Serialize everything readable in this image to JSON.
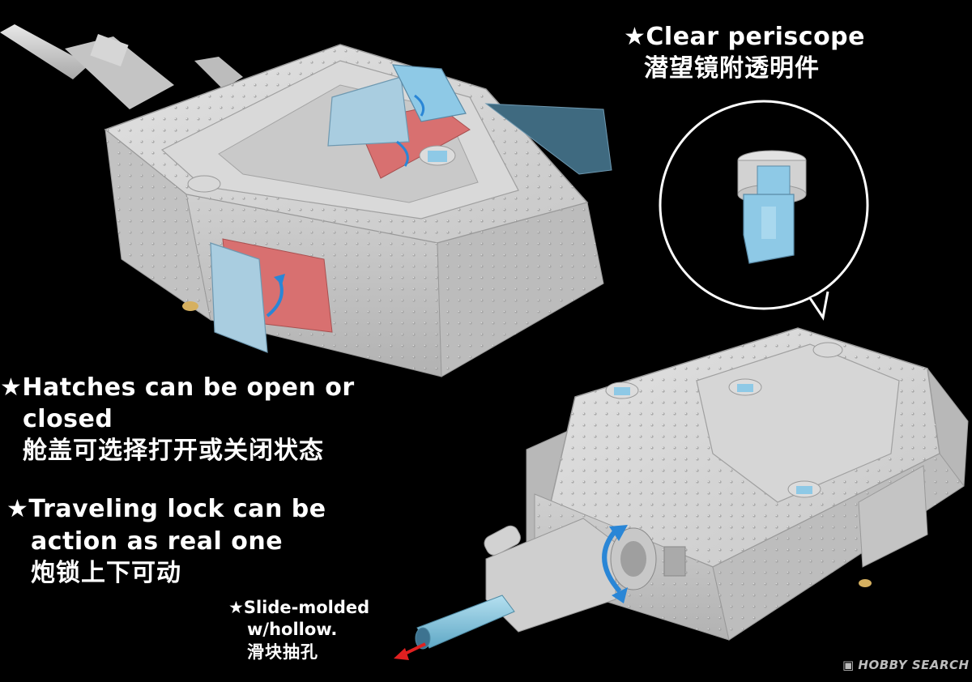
{
  "annotations": {
    "periscope": {
      "star": "★",
      "en": "Clear periscope",
      "cn": "潜望镜附透明件"
    },
    "hatches": {
      "star": "★",
      "en_line1": "Hatches can be open or",
      "en_line2": "closed",
      "cn": "舱盖可选择打开或关闭状态"
    },
    "traveling_lock": {
      "star": "★",
      "en_line1": "Traveling lock can be",
      "en_line2": "action as real one",
      "cn": "炮锁上下可动"
    },
    "slide_molded": {
      "star": "★",
      "en_line1": "Slide-molded",
      "en_line2": "w/hollow.",
      "cn": "滑块抽孔"
    }
  },
  "watermark": {
    "text": "HOBBY SEARCH"
  },
  "colors": {
    "background": "#000000",
    "turret_grey": "#d3d3d3",
    "turret_shadow": "#a9a9a9",
    "hatch_red": "#d87070",
    "clear_part_blue": "#8ec9e6",
    "rotation_arrow_blue": "#2a86d6",
    "barrel_blue": "#8fc8de",
    "pointer_red": "#e02020"
  }
}
